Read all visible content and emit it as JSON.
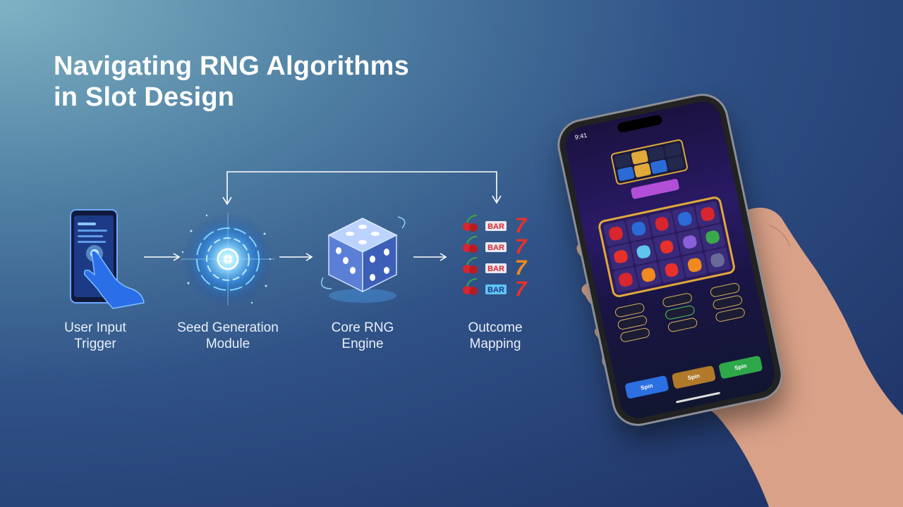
{
  "title": {
    "line1": "Navigating RNG Algorithms",
    "line2": "in Slot Design"
  },
  "stages": [
    {
      "line1": "User Input",
      "line2": "Trigger",
      "icon": "phone-touch-icon"
    },
    {
      "line1": "Seed Generation",
      "line2": "Module",
      "icon": "circuit-orb-icon"
    },
    {
      "line1": "Core RNG",
      "line2": "Engine",
      "icon": "dice-icon"
    },
    {
      "line1": "Outcome",
      "line2": "Mapping",
      "icon": "slot-symbols-icon"
    }
  ],
  "outcome_symbols": {
    "bar": "BAR",
    "seven": "7"
  },
  "phone": {
    "status_time": "9:41",
    "buttons": [
      "Spin",
      "Spin",
      "Spin"
    ]
  },
  "colors": {
    "accent_blue": "#4fc3ff",
    "cherry_red": "#d8262e",
    "seven_red": "#e8312a",
    "gold": "#e1a93a"
  }
}
